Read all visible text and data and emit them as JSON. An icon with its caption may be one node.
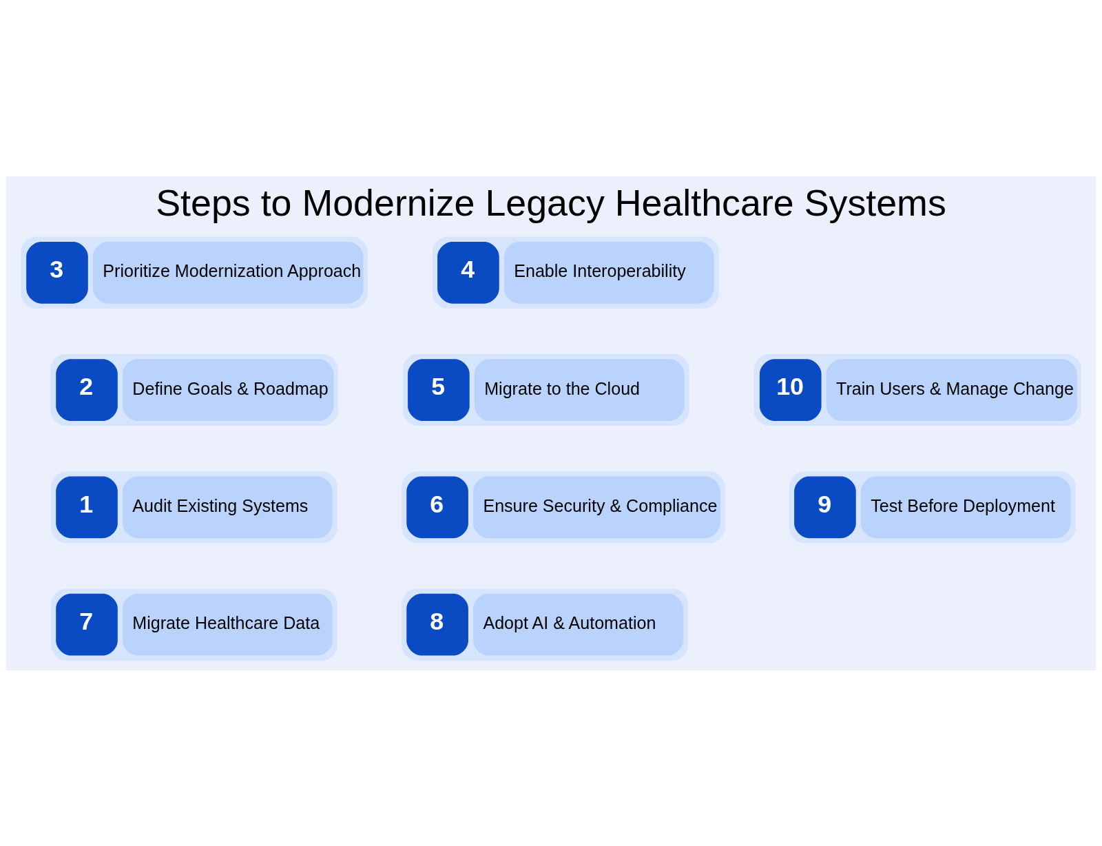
{
  "diagram": {
    "title": "Steps to Modernize Legacy Healthcare Systems",
    "nodes": [
      {
        "text": [
          "1",
          "Audit Existing Systems"
        ]
      },
      {
        "text": [
          "2",
          "Define Goals & Roadmap"
        ]
      },
      {
        "text": [
          "3",
          "Prioritize Modernization Approach"
        ]
      },
      {
        "text": [
          "4",
          "Enable Interoperability"
        ]
      },
      {
        "text": [
          "5",
          "Migrate to the Cloud"
        ]
      },
      {
        "text": [
          "6",
          "Ensure Security & Compliance"
        ]
      },
      {
        "text": [
          "7",
          "Migrate Healthcare Data"
        ]
      },
      {
        "text": [
          "8",
          "Adopt AI & Automation"
        ]
      },
      {
        "text": [
          "9",
          "Test Before Deployment"
        ]
      },
      {
        "text": [
          "10",
          "Train Users & Manage Change"
        ]
      }
    ]
  }
}
